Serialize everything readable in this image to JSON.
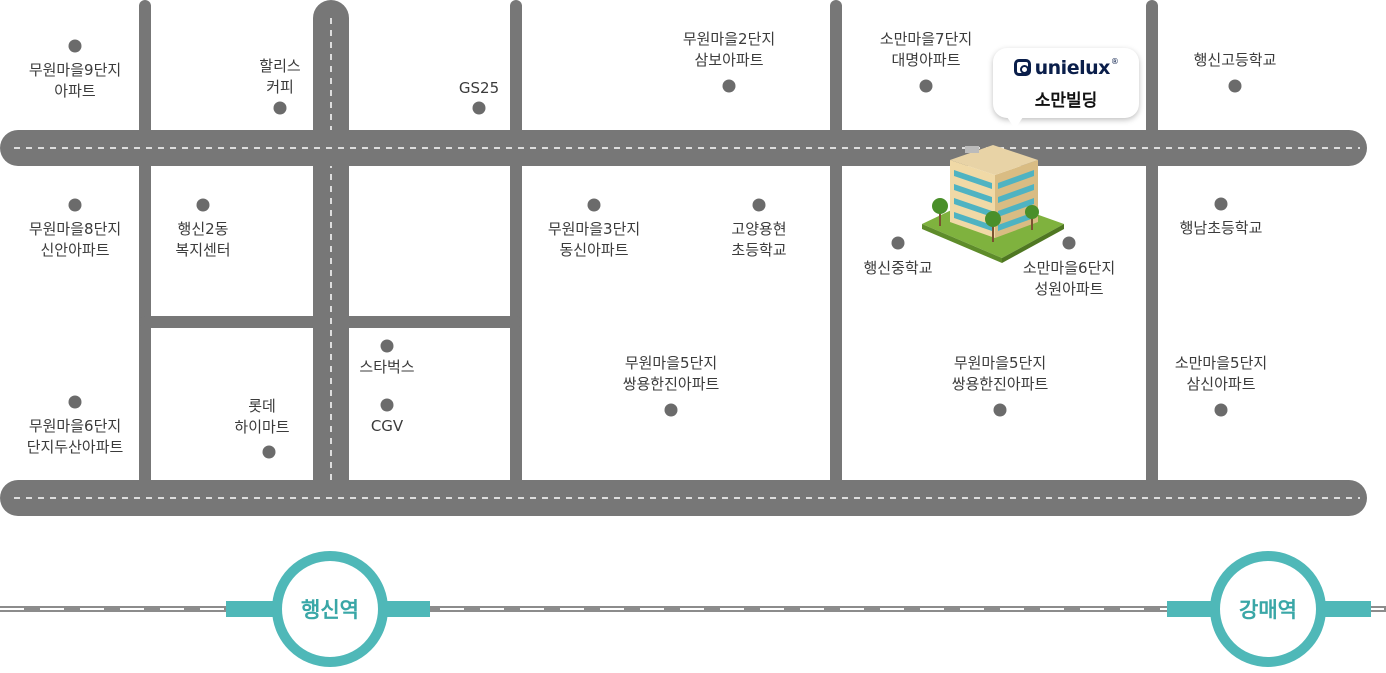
{
  "building": {
    "brand": "unielux",
    "trademark": "®",
    "name": "소만빌딩"
  },
  "stations": [
    {
      "name": "행신역"
    },
    {
      "name": "강매역"
    }
  ],
  "places": [
    {
      "lines": [
        "무원마을9단지",
        "아파트"
      ]
    },
    {
      "lines": [
        "할리스",
        "커피"
      ]
    },
    {
      "lines": [
        "GS25"
      ]
    },
    {
      "lines": [
        "무원마을2단지",
        "삼보아파트"
      ]
    },
    {
      "lines": [
        "소만마을7단지",
        "대명아파트"
      ]
    },
    {
      "lines": [
        "행신고등학교"
      ]
    },
    {
      "lines": [
        "무원마을8단지",
        "신안아파트"
      ]
    },
    {
      "lines": [
        "행신2동",
        "복지센터"
      ]
    },
    {
      "lines": [
        "무원마을3단지",
        "동신아파트"
      ]
    },
    {
      "lines": [
        "고양용현",
        "초등학교"
      ]
    },
    {
      "lines": [
        "행신중학교"
      ]
    },
    {
      "lines": [
        "소만마을6단지",
        "성원아파트"
      ]
    },
    {
      "lines": [
        "행남초등학교"
      ]
    },
    {
      "lines": [
        "스타벅스"
      ]
    },
    {
      "lines": [
        "CGV"
      ]
    },
    {
      "lines": [
        "무원마을5단지",
        "쌍용한진아파트"
      ]
    },
    {
      "lines": [
        "무원마을5단지",
        "쌍용한진아파트"
      ]
    },
    {
      "lines": [
        "소만마을5단지",
        "삼신아파트"
      ]
    },
    {
      "lines": [
        "롯데",
        "하이마트"
      ]
    },
    {
      "lines": [
        "무원마을6단지",
        "단지두산아파트"
      ]
    }
  ]
}
